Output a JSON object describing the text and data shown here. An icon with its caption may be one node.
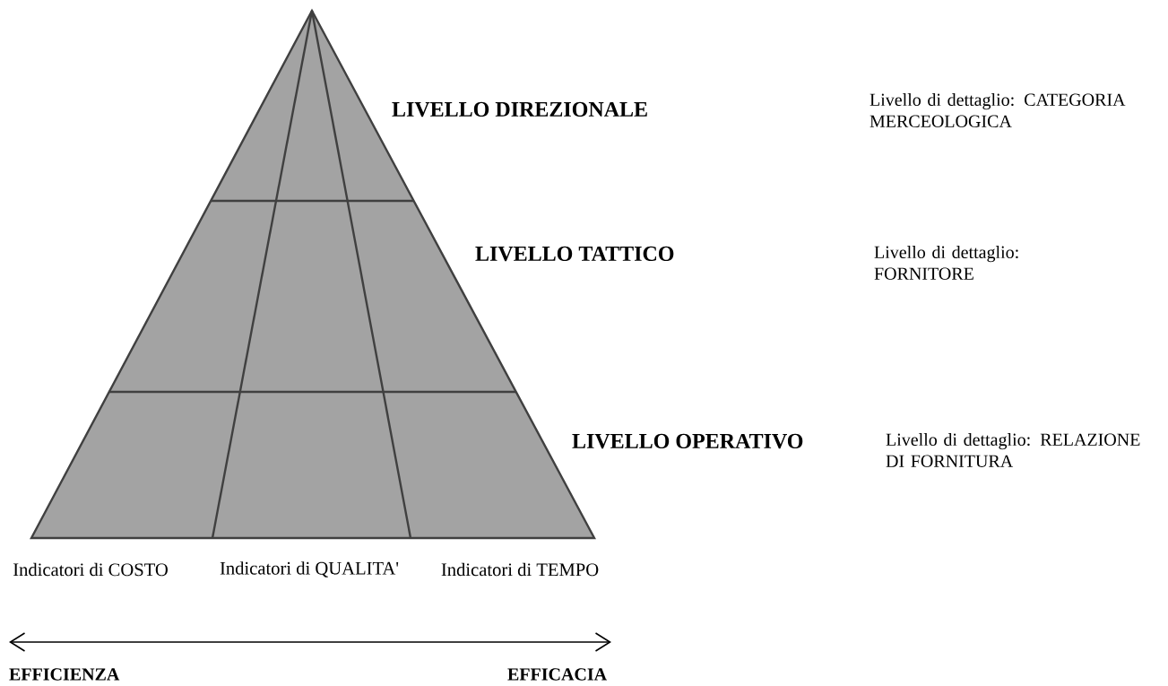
{
  "diagram": {
    "labels": [
      "LIVELLO DIREZIONALE",
      "Livello di dettaglio: CATEGORIA MERCEOLOGICA",
      "LIVELLO TATTICO",
      "Livello di dettaglio: FORNITORE",
      "LIVELLO OPERATIVO",
      "Livello di dettaglio: RELAZIONE DI FORNITURA",
      "Indicatori di COSTO",
      "Indicatori di QUALITA'",
      "Indicatori di TEMPO",
      "EFFICIENZA",
      "EFFICACIA"
    ]
  }
}
